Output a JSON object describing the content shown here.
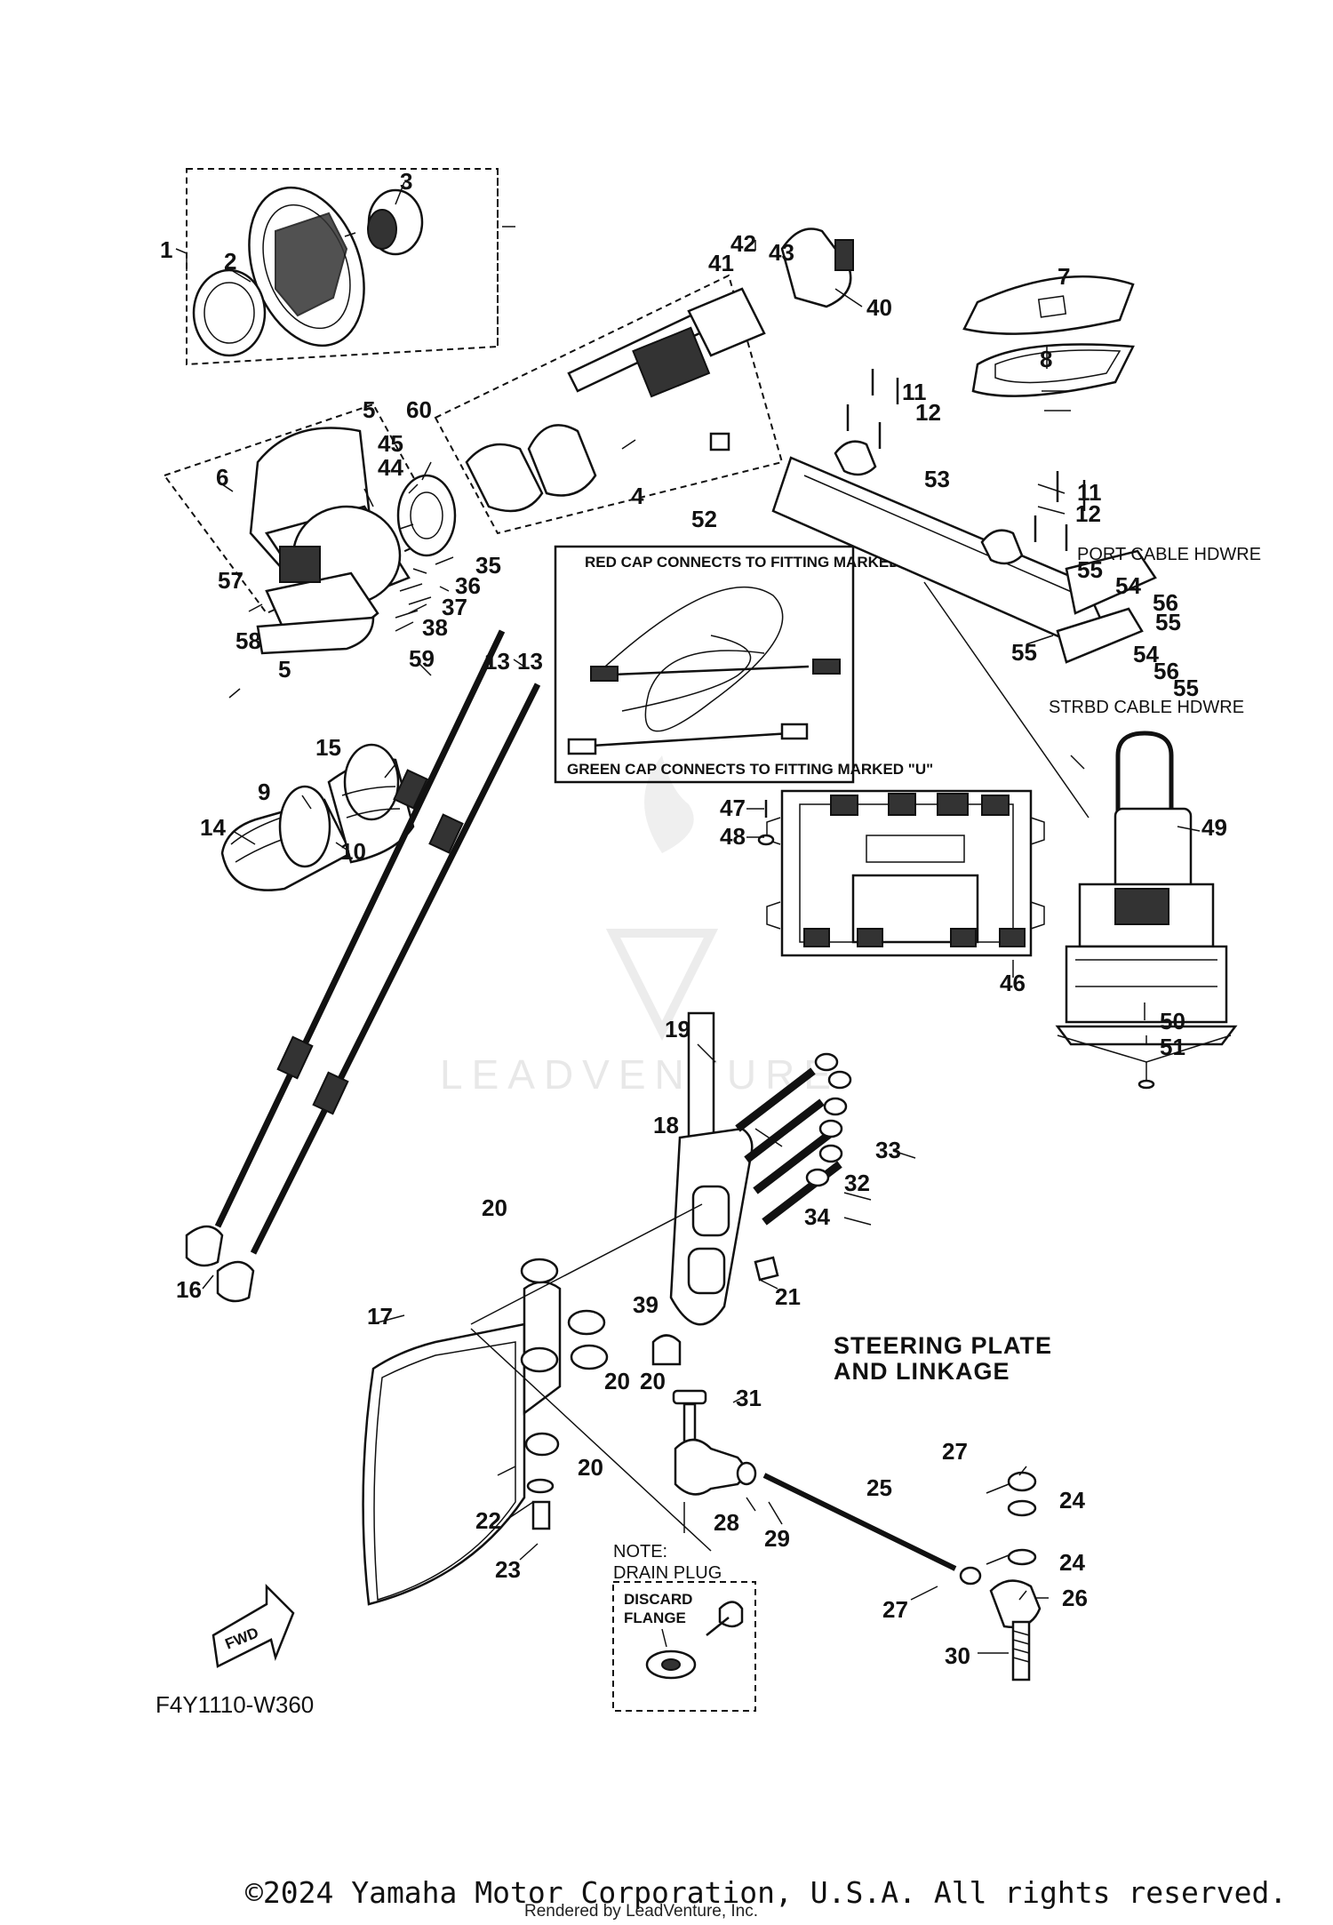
{
  "diagram": {
    "callouts": [
      "1",
      "2",
      "3",
      "4",
      "5",
      "5",
      "6",
      "7",
      "8",
      "9",
      "10",
      "11",
      "11",
      "12",
      "12",
      "13",
      "13",
      "14",
      "15",
      "16",
      "17",
      "18",
      "19",
      "20",
      "20",
      "20",
      "20",
      "21",
      "22",
      "23",
      "24",
      "24",
      "25",
      "26",
      "27",
      "27",
      "28",
      "29",
      "30",
      "31",
      "32",
      "33",
      "34",
      "35",
      "36",
      "37",
      "38",
      "39",
      "40",
      "41",
      "42",
      "43",
      "44",
      "45",
      "46",
      "47",
      "48",
      "49",
      "50",
      "51",
      "52",
      "53",
      "54",
      "54",
      "55",
      "55",
      "55",
      "55",
      "56",
      "56",
      "57",
      "58",
      "59",
      "60"
    ],
    "cable_kit": {
      "red_cap_note": "RED CAP CONNECTS TO FITTING MARKED \"D\"",
      "green_cap_note": "GREEN CAP CONNECTS TO FITTING MARKED \"U\""
    },
    "port_hardware_label": "PORT CABLE HDWRE",
    "strbd_hardware_label": "STRBD CABLE HDWRE",
    "section_title_line1": "STEERING PLATE",
    "section_title_line2": "AND LINKAGE",
    "note_line1": "NOTE:",
    "note_line2": "DRAIN PLUG",
    "discard_line1": "DISCARD",
    "discard_line2": "FLANGE",
    "fwd_label": "FWD",
    "diagram_code": "F4Y1110-W360",
    "watermark": "LEADVENTURE"
  },
  "footer": {
    "copyright": "©2024 Yamaha Motor Corporation, U.S.A. All rights reserved.",
    "rendered_by": "Rendered by LeadVenture, Inc."
  }
}
